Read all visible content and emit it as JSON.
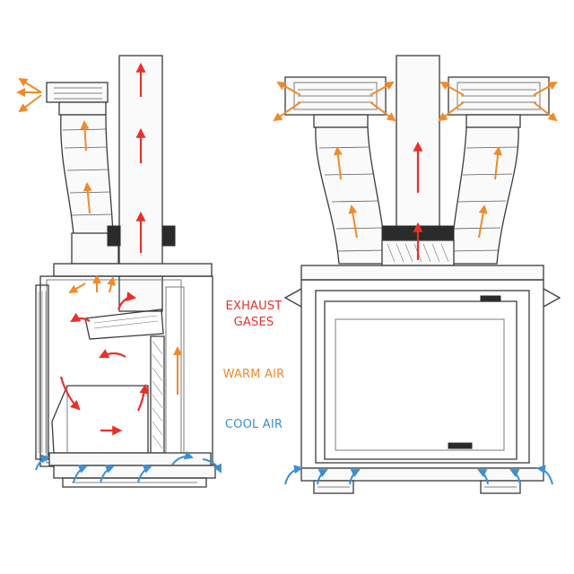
{
  "legend": {
    "exhaust_line1": "EXHAUST",
    "exhaust_line2": "GASES",
    "warm": "WARM AIR",
    "cool": "COOL AIR"
  },
  "colors": {
    "exhaust": "#e8302b",
    "warm": "#f08a2c",
    "cool": "#3a8fd6",
    "line": "#3b3b3b"
  }
}
